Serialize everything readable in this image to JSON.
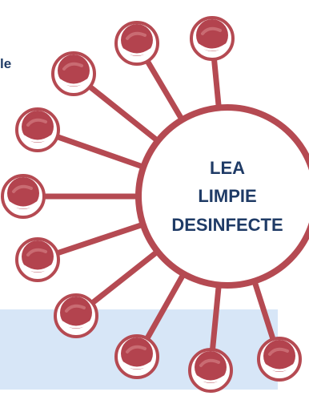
{
  "partial_text": "le",
  "center_lines": [
    "LEA",
    "LIMPIE",
    "DESINFECTE"
  ],
  "colors": {
    "text": "#1f3b66",
    "virus_stroke": "#b54a52",
    "virus_ball": "#b3434e",
    "virus_ball_light": "#c96b72",
    "band": "#d7e6f7"
  },
  "icon": "virus-icon"
}
